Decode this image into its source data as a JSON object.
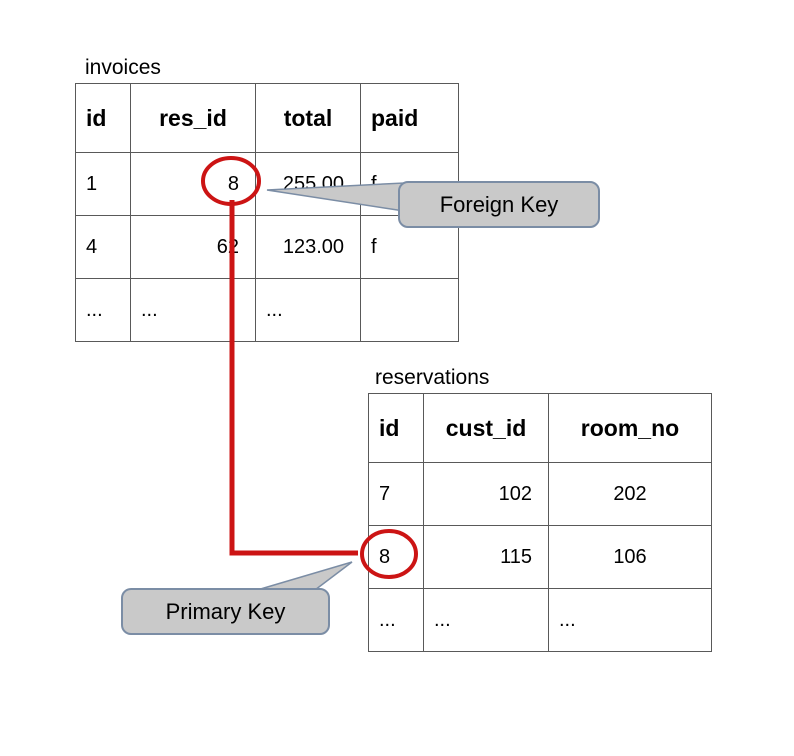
{
  "diagram": {
    "tables": {
      "invoices": {
        "title": "invoices",
        "header": [
          "id",
          "res_id",
          "total",
          "paid"
        ],
        "rows": [
          [
            "1",
            "8",
            "255.00",
            "f"
          ],
          [
            "4",
            "62",
            "123.00",
            "f"
          ],
          [
            "...",
            "...",
            "...",
            ""
          ]
        ]
      },
      "reservations": {
        "title": "reservations",
        "header": [
          "id",
          "cust_id",
          "room_no"
        ],
        "rows": [
          [
            "7",
            "102",
            "202"
          ],
          [
            "8",
            "115",
            "106"
          ],
          [
            "...",
            "...",
            "..."
          ]
        ]
      }
    },
    "callouts": {
      "foreign_key": "Foreign Key",
      "primary_key": "Primary Key"
    },
    "colors": {
      "highlight": "#cc1414",
      "callout_fill": "#c9c9c9",
      "callout_border": "#7b8da5",
      "table_border": "#595959"
    }
  }
}
